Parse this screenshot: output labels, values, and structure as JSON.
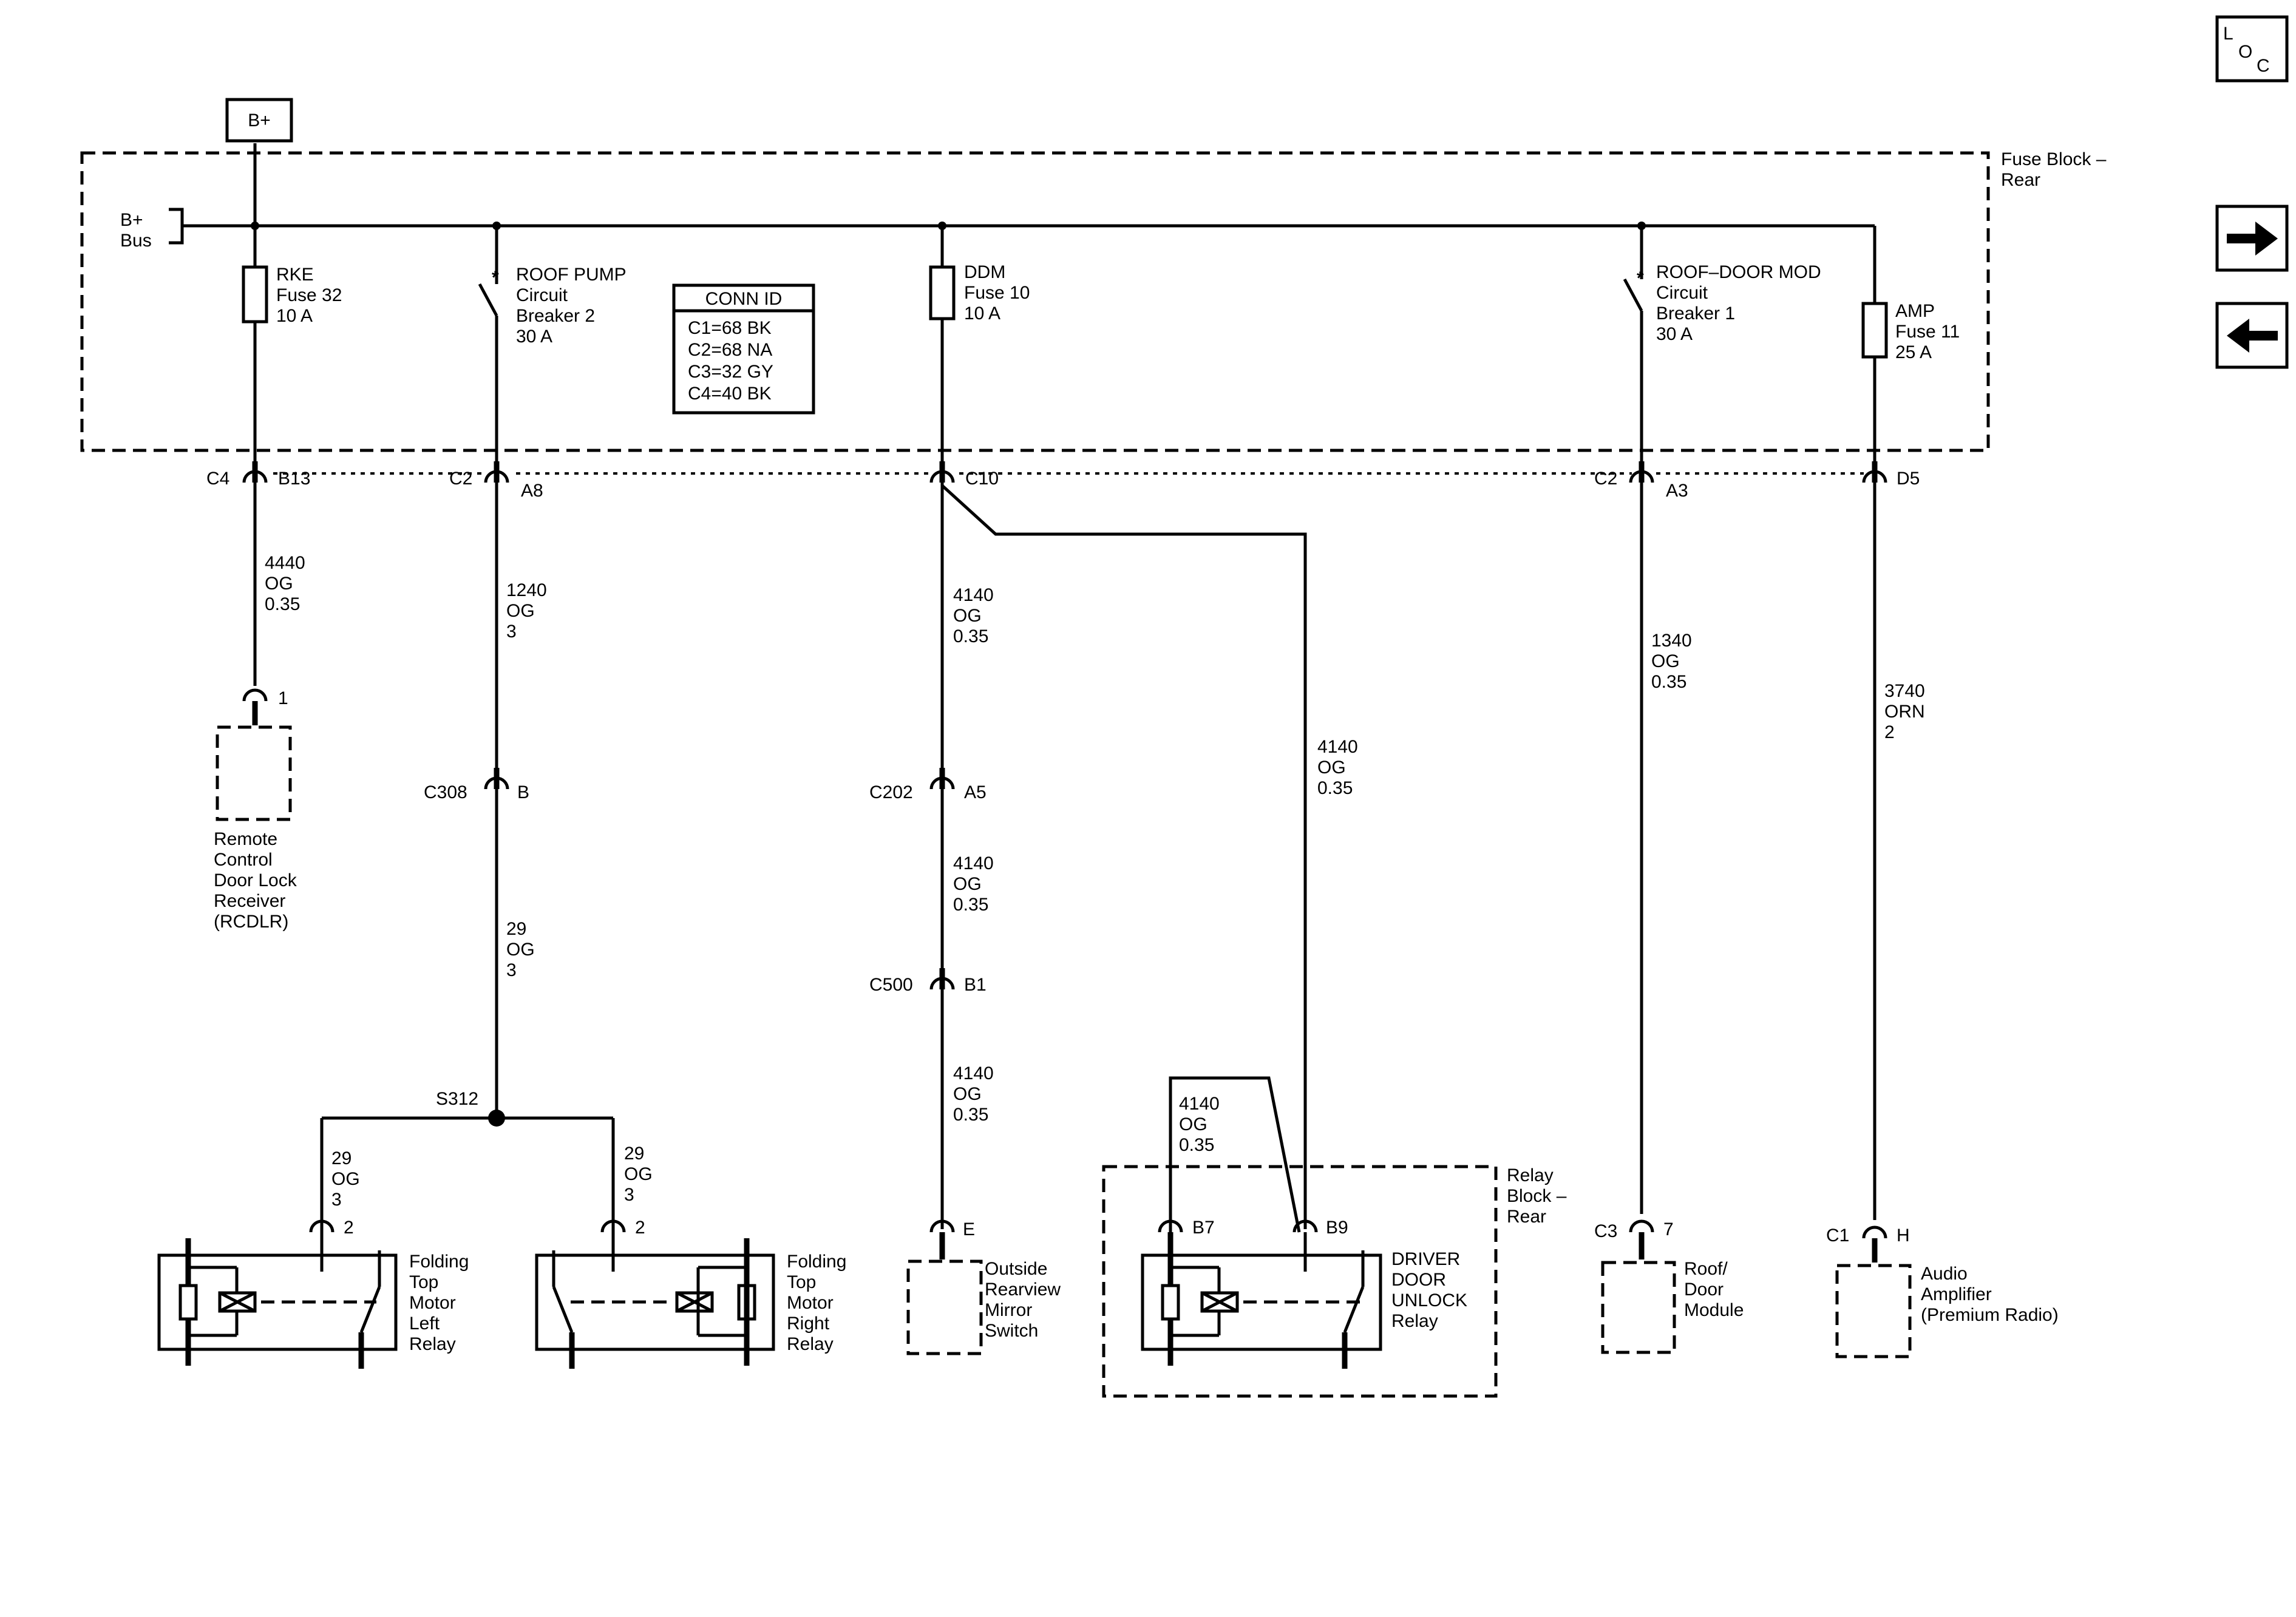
{
  "power": {
    "bplus_box": "B+",
    "bus_line1": "B+",
    "bus_line2": "Bus"
  },
  "fuse_block": {
    "line1": "Fuse Block –",
    "line2": "Rear"
  },
  "relay_block": {
    "line1": "Relay",
    "line2": "Block –",
    "line3": "Rear"
  },
  "conn_id": {
    "title": "CONN ID",
    "rows": [
      "C1=68 BK",
      "C2=68 NA",
      "C3=32 GY",
      "C4=40 BK"
    ]
  },
  "nav": {
    "loc_l": "L",
    "loc_o": "O",
    "loc_c": "C"
  },
  "devices": {
    "rke": [
      "RKE",
      "Fuse 32",
      "10 A"
    ],
    "roof_pump": [
      "ROOF PUMP",
      "Circuit",
      "Breaker 2",
      "30 A"
    ],
    "ddm": [
      "DDM",
      "Fuse 10",
      "10 A"
    ],
    "roof_door": [
      "ROOF–DOOR MOD",
      "Circuit",
      "Breaker 1",
      "30 A"
    ],
    "amp": [
      "AMP",
      "Fuse 11",
      "25 A"
    ]
  },
  "connectors": {
    "c4": "C4",
    "b13": "B13",
    "c2a": "C2",
    "a8": "A8",
    "c10": "C10",
    "c2b": "C2",
    "a3": "A3",
    "d5": "D5",
    "rcdlr_pin": "1",
    "c308": "C308",
    "c308_pin": "B",
    "c202": "C202",
    "c202_pin": "A5",
    "c500": "C500",
    "c500_pin": "B1",
    "s312": "S312",
    "left_relay_pin": "2",
    "right_relay_pin": "2",
    "mirror_pin": "E",
    "b7": "B7",
    "b9": "B9",
    "c3": "C3",
    "roof_pin": "7",
    "c1": "C1",
    "amp_pin": "H"
  },
  "wires": {
    "w4440": [
      "4440",
      "OG",
      "0.35"
    ],
    "w1240": [
      "1240",
      "OG",
      "3"
    ],
    "w29a": [
      "29",
      "OG",
      "3"
    ],
    "w29l": [
      "29",
      "OG",
      "3"
    ],
    "w29r": [
      "29",
      "OG",
      "3"
    ],
    "w4140a": [
      "4140",
      "OG",
      "0.35"
    ],
    "w4140b": [
      "4140",
      "OG",
      "0.35"
    ],
    "w4140c": [
      "4140",
      "OG",
      "0.35"
    ],
    "w4140r": [
      "4140",
      "OG",
      "0.35"
    ],
    "w4140d": [
      "4140",
      "OG",
      "0.35"
    ],
    "w1340": [
      "1340",
      "OG",
      "0.35"
    ],
    "w3740": [
      "3740",
      "ORN",
      "2"
    ]
  },
  "components": {
    "rcdlr": [
      "Remote",
      "Control",
      "Door Lock",
      "Receiver",
      "(RCDLR)"
    ],
    "left_relay": [
      "Folding",
      "Top",
      "Motor",
      "Left",
      "Relay"
    ],
    "right_relay": [
      "Folding",
      "Top",
      "Motor",
      "Right",
      "Relay"
    ],
    "mirror": [
      "Outside",
      "Rearview",
      "Mirror",
      "Switch"
    ],
    "driver_relay": [
      "DRIVER",
      "DOOR",
      "UNLOCK",
      "Relay"
    ],
    "roof_module": [
      "Roof/",
      "Door",
      "Module"
    ],
    "audio_amp": [
      "Audio",
      "Amplifier",
      "(Premium Radio)"
    ]
  }
}
